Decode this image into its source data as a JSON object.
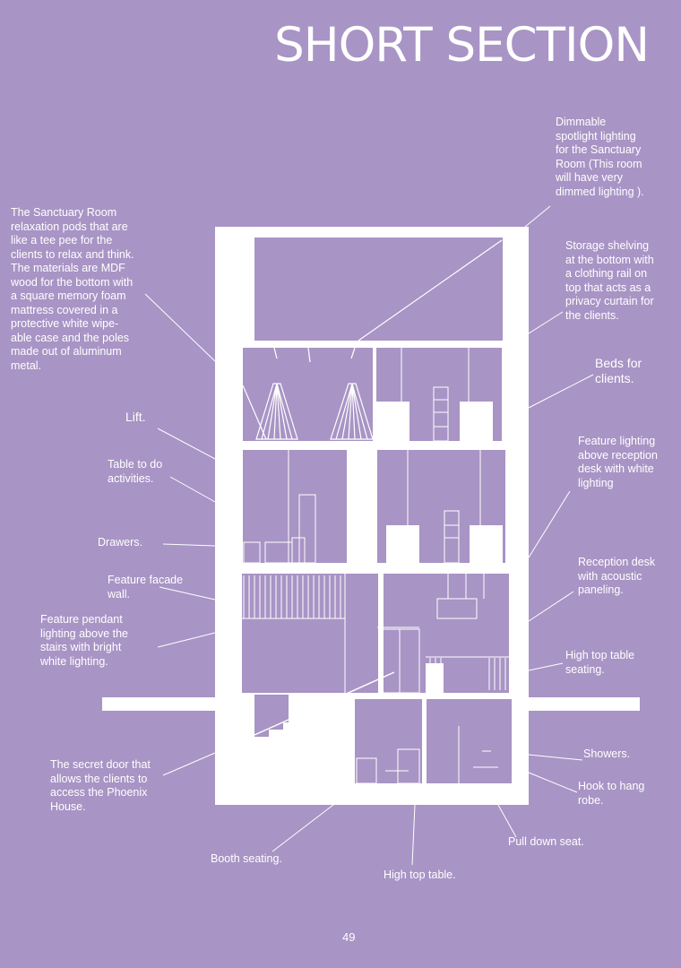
{
  "title": "SHORT SECTION",
  "page_number": "49",
  "colors": {
    "background": "#a894c5",
    "foreground": "#ffffff"
  },
  "annotations": {
    "dimmable_spotlight": "Dimmable\nspotlight lighting\nfor the Sanctuary\nRoom (This room\nwill have very\ndimmed lighting ).",
    "sanctuary_pods": "The Sanctuary Room\nrelaxation pods that are\nlike a tee pee for the\nclients to relax and think.\nThe materials are MDF\nwood for the bottom with\na square memory foam\nmattress covered in a\nprotective white wipe-\nable case and the poles\nmade out of aluminum\nmetal.",
    "storage_shelving": "Storage shelving\nat the bottom with\na clothing rail on\ntop that acts as a\nprivacy curtain for\nthe clients.",
    "beds": "Beds for\nclients.",
    "lift": "Lift.",
    "table_activities": "Table to do\nactivities.",
    "feature_lighting_reception": "Feature lighting\nabove reception\ndesk with white\nlighting",
    "drawers": "Drawers.",
    "reception_desk": "Reception desk\nwith acoustic\npaneling.",
    "feature_facade": "Feature facade\nwall.",
    "feature_pendant": "Feature pendant\nlighting above the\nstairs with bright\nwhite lighting.",
    "high_top_seating": "High top table\nseating.",
    "showers": "Showers.",
    "secret_door": "The secret door that\nallows the clients to\naccess the Phoenix\nHouse.",
    "hook_robe": "Hook to hang\nrobe.",
    "pull_down_seat": "Pull down seat.",
    "booth_seating": "Booth seating.",
    "high_top_table": "High top table."
  }
}
